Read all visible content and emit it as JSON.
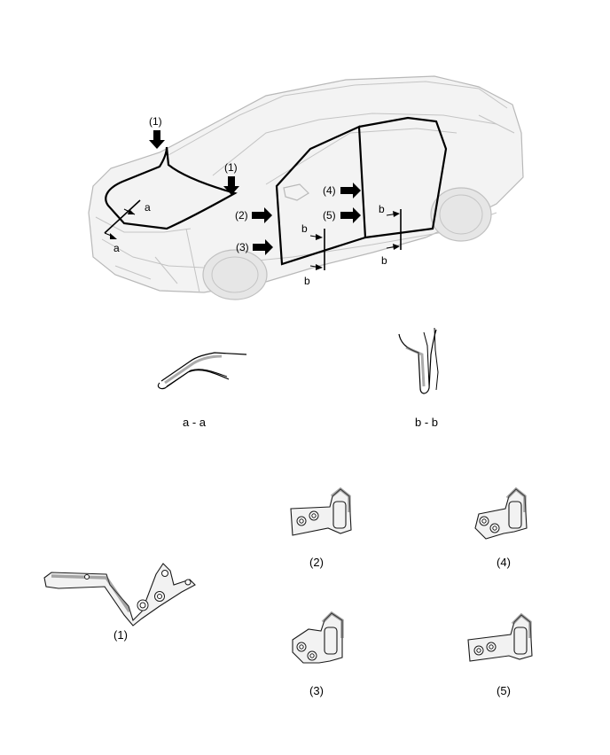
{
  "labels": {
    "hood_hinge": "(1)",
    "hood_hinge_2": "(1)",
    "front_upper": "(2)",
    "front_lower": "(3)",
    "rear_upper": "(4)",
    "rear_lower": "(5)",
    "section_a": "a",
    "section_b": "b"
  },
  "sections": {
    "aa": "a - a",
    "bb": "b - b"
  },
  "parts": {
    "p1": "(1)",
    "p2": "(2)",
    "p3": "(3)",
    "p4": "(4)",
    "p5": "(5)"
  },
  "colors": {
    "line": "#000000",
    "car_fill": "#f3f3f3",
    "car_outline": "#b8b8b8"
  }
}
